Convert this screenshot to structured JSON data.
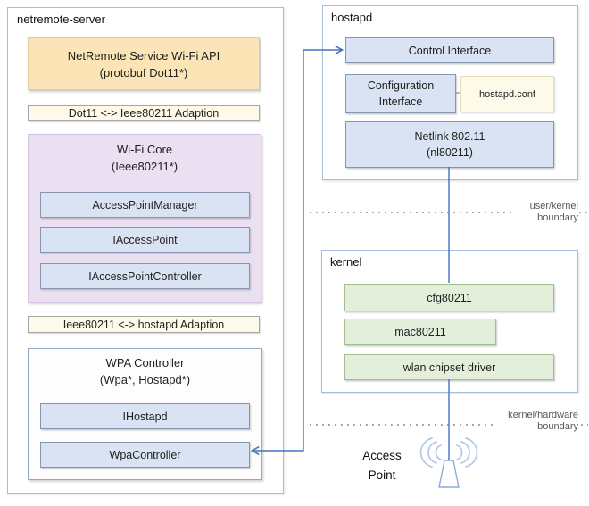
{
  "colors": {
    "connector_blue": "#4472c4",
    "module_fill": "#dae3f3",
    "module_border": "#8496b0",
    "api_fill": "#fbe5b6",
    "adaption_fill": "#fdfae9",
    "wifi_core_fill": "#ebdff2",
    "kernel_module_fill": "#e3efda",
    "container_border": "#a9bcdc",
    "boundary_text": "#595959",
    "antenna_light_blue": "#b4c7e7"
  },
  "netremote": {
    "title": "netremote-server",
    "api": {
      "line1": "NetRemote Service Wi-Fi API",
      "line2": "(protobuf Dot11*)"
    },
    "adaption_dot11": "Dot11 <-> Ieee80211 Adaption",
    "wifi_core": {
      "title": "Wi-Fi Core",
      "subtitle": "(Ieee80211*)",
      "items": [
        "AccessPointManager",
        "IAccessPoint",
        "IAccessPointController"
      ]
    },
    "adaption_hostapd": "Ieee80211 <-> hostapd Adaption",
    "wpa": {
      "title": "WPA Controller",
      "subtitle": "(Wpa*, Hostapd*)",
      "items": [
        "IHostapd",
        "WpaController"
      ]
    }
  },
  "hostapd": {
    "title": "hostapd",
    "control_interface": "Control Interface",
    "configuration_interface": {
      "line1": "Configuration",
      "line2": "Interface"
    },
    "config_file": "hostapd.conf",
    "netlink": {
      "line1": "Netlink 802.11",
      "line2": "(nl80211)"
    }
  },
  "kernel": {
    "title": "kernel",
    "items": [
      "cfg80211",
      "mac80211",
      "wlan chipset driver"
    ]
  },
  "boundaries": {
    "user_kernel": {
      "line1": "user/kernel",
      "line2": "boundary"
    },
    "kernel_hardware": {
      "line1": "kernel/hardware",
      "line2": "boundary"
    }
  },
  "access_point": {
    "line1": "Access",
    "line2": "Point"
  },
  "icons": {
    "access_point_antenna": "antenna-icon"
  }
}
